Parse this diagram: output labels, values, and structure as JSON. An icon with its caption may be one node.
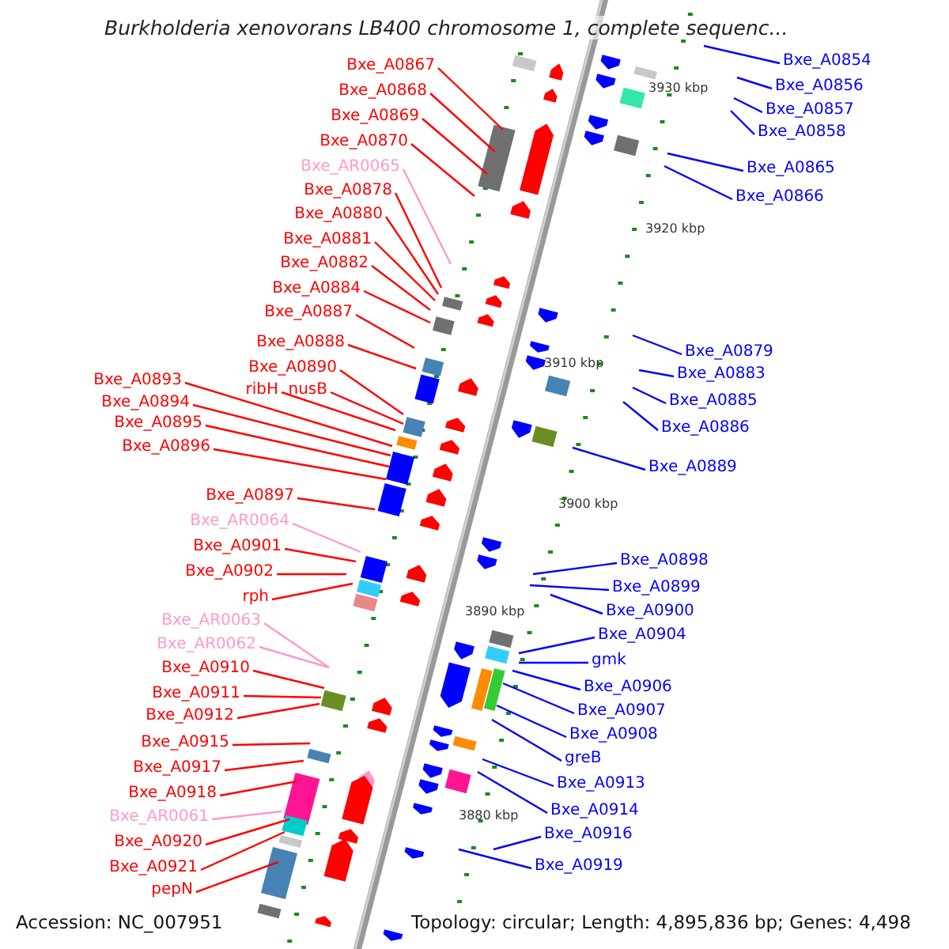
{
  "diagram": {
    "title": "Burkholderia xenovorans LB400 chromosome 1, complete sequenc...",
    "nodes": [
      {
        "text": [
          "Bxe_A0867"
        ]
      },
      {
        "text": [
          "Bxe_A0868"
        ]
      },
      {
        "text": [
          "Bxe_A0869"
        ]
      },
      {
        "text": [
          "Bxe_A0870"
        ]
      },
      {
        "text": [
          "Bxe_AR0065"
        ]
      },
      {
        "text": [
          "Bxe_A0878"
        ]
      },
      {
        "text": [
          "Bxe_A0880"
        ]
      },
      {
        "text": [
          "Bxe_A0881"
        ]
      },
      {
        "text": [
          "Bxe_A0882"
        ]
      },
      {
        "text": [
          "Bxe_A0884"
        ]
      },
      {
        "text": [
          "Bxe_A0887"
        ]
      },
      {
        "text": [
          "Bxe_A0888"
        ]
      },
      {
        "text": [
          "Bxe_A0890"
        ]
      },
      {
        "text": [
          "ribH"
        ]
      },
      {
        "text": [
          "nusB"
        ]
      },
      {
        "text": [
          "Bxe_A0893"
        ]
      },
      {
        "text": [
          "Bxe_A0894"
        ]
      },
      {
        "text": [
          "Bxe_A0895"
        ]
      },
      {
        "text": [
          "Bxe_A0896"
        ]
      },
      {
        "text": [
          "Bxe_A0897"
        ]
      },
      {
        "text": [
          "Bxe_AR0064"
        ]
      },
      {
        "text": [
          "Bxe_A0901"
        ]
      },
      {
        "text": [
          "Bxe_A0902"
        ]
      },
      {
        "text": [
          "rph"
        ]
      },
      {
        "text": [
          "Bxe_AR0063"
        ]
      },
      {
        "text": [
          "Bxe_AR0062"
        ]
      },
      {
        "text": [
          "Bxe_A0910"
        ]
      },
      {
        "text": [
          "Bxe_A0911"
        ]
      },
      {
        "text": [
          "Bxe_A0912"
        ]
      },
      {
        "text": [
          "Bxe_A0915"
        ]
      },
      {
        "text": [
          "Bxe_A0917"
        ]
      },
      {
        "text": [
          "Bxe_A0918"
        ]
      },
      {
        "text": [
          "Bxe_AR0061"
        ]
      },
      {
        "text": [
          "Bxe_A0920"
        ]
      },
      {
        "text": [
          "Bxe_A0921"
        ]
      },
      {
        "text": [
          "pepN"
        ]
      },
      {
        "text": [
          "Bxe_A0854"
        ]
      },
      {
        "text": [
          "Bxe_A0856"
        ]
      },
      {
        "text": [
          "Bxe_A0857"
        ]
      },
      {
        "text": [
          "Bxe_A0858"
        ]
      },
      {
        "text": [
          "Bxe_A0865"
        ]
      },
      {
        "text": [
          "Bxe_A0866"
        ]
      },
      {
        "text": [
          "Bxe_A0879"
        ]
      },
      {
        "text": [
          "Bxe_A0883"
        ]
      },
      {
        "text": [
          "Bxe_A0885"
        ]
      },
      {
        "text": [
          "Bxe_A0886"
        ]
      },
      {
        "text": [
          "Bxe_A0889"
        ]
      },
      {
        "text": [
          "Bxe_A0898"
        ]
      },
      {
        "text": [
          "Bxe_A0899"
        ]
      },
      {
        "text": [
          "Bxe_A0900"
        ]
      },
      {
        "text": [
          "Bxe_A0904"
        ]
      },
      {
        "text": [
          "gmk"
        ]
      },
      {
        "text": [
          "Bxe_A0906"
        ]
      },
      {
        "text": [
          "Bxe_A0907"
        ]
      },
      {
        "text": [
          "Bxe_A0908"
        ]
      },
      {
        "text": [
          "greB"
        ]
      },
      {
        "text": [
          "Bxe_A0913"
        ]
      },
      {
        "text": [
          "Bxe_A0914"
        ]
      },
      {
        "text": [
          "Bxe_A0916"
        ]
      },
      {
        "text": [
          "Bxe_A0919"
        ]
      }
    ],
    "edges": [
      {
        "from": 0,
        "to": null,
        "arrow": "none"
      },
      {
        "from": 1,
        "to": null,
        "arrow": "none"
      },
      {
        "from": 2,
        "to": null,
        "arrow": "none"
      },
      {
        "from": 3,
        "to": null,
        "arrow": "none"
      },
      {
        "from": 4,
        "to": null,
        "arrow": "none",
        "color": "#ff99cc"
      },
      {
        "from": 5,
        "to": null,
        "arrow": "none"
      },
      {
        "from": 6,
        "to": null,
        "arrow": "none"
      },
      {
        "from": 7,
        "to": null,
        "arrow": "none"
      },
      {
        "from": 8,
        "to": null,
        "arrow": "none"
      },
      {
        "from": 9,
        "to": null,
        "arrow": "none"
      },
      {
        "from": 10,
        "to": null,
        "arrow": "none"
      },
      {
        "from": 11,
        "to": null,
        "arrow": "none"
      },
      {
        "from": 12,
        "to": null,
        "arrow": "none"
      },
      {
        "from": 13,
        "to": null,
        "arrow": "none"
      },
      {
        "from": 14,
        "to": null,
        "arrow": "none"
      },
      {
        "from": 15,
        "to": null,
        "arrow": "none"
      },
      {
        "from": 16,
        "to": null,
        "arrow": "none"
      },
      {
        "from": 17,
        "to": null,
        "arrow": "none"
      },
      {
        "from": 18,
        "to": null,
        "arrow": "none"
      },
      {
        "from": 19,
        "to": null,
        "arrow": "none"
      },
      {
        "from": 20,
        "to": null,
        "arrow": "none",
        "color": "#ff99cc"
      },
      {
        "from": 21,
        "to": null,
        "arrow": "none"
      },
      {
        "from": 22,
        "to": null,
        "arrow": "none"
      },
      {
        "from": 23,
        "to": null,
        "arrow": "none"
      },
      {
        "from": 24,
        "to": null,
        "arrow": "none",
        "color": "#ff99cc"
      },
      {
        "from": 25,
        "to": null,
        "arrow": "none",
        "color": "#ff99cc"
      },
      {
        "from": 26,
        "to": null,
        "arrow": "none"
      },
      {
        "from": 27,
        "to": null,
        "arrow": "none"
      },
      {
        "from": 28,
        "to": null,
        "arrow": "none"
      },
      {
        "from": 29,
        "to": null,
        "arrow": "none"
      },
      {
        "from": 30,
        "to": null,
        "arrow": "none"
      },
      {
        "from": 31,
        "to": null,
        "arrow": "none"
      },
      {
        "from": 32,
        "to": null,
        "arrow": "none",
        "color": "#ff99cc"
      },
      {
        "from": 33,
        "to": null,
        "arrow": "none"
      },
      {
        "from": 34,
        "to": null,
        "arrow": "none"
      },
      {
        "from": 35,
        "to": null,
        "arrow": "none"
      },
      {
        "from": 36,
        "to": null,
        "arrow": "none",
        "color": "#0000ff"
      },
      {
        "from": 37,
        "to": null,
        "arrow": "none",
        "color": "#0000ff"
      },
      {
        "from": 38,
        "to": null,
        "arrow": "none",
        "color": "#0000ff"
      },
      {
        "from": 39,
        "to": null,
        "arrow": "none",
        "color": "#0000ff"
      },
      {
        "from": 40,
        "to": null,
        "arrow": "none",
        "color": "#0000ff"
      },
      {
        "from": 41,
        "to": null,
        "arrow": "none",
        "color": "#0000ff"
      },
      {
        "from": 42,
        "to": null,
        "arrow": "none",
        "color": "#0000ff"
      },
      {
        "from": 43,
        "to": null,
        "arrow": "none",
        "color": "#0000ff"
      },
      {
        "from": 44,
        "to": null,
        "arrow": "none",
        "color": "#0000ff"
      },
      {
        "from": 45,
        "to": null,
        "arrow": "none",
        "color": "#0000ff"
      },
      {
        "from": 46,
        "to": null,
        "arrow": "none",
        "color": "#0000ff"
      },
      {
        "from": 47,
        "to": null,
        "arrow": "none",
        "color": "#0000ff"
      },
      {
        "from": 48,
        "to": null,
        "arrow": "none",
        "color": "#0000ff"
      },
      {
        "from": 49,
        "to": null,
        "arrow": "none",
        "color": "#0000ff"
      },
      {
        "from": 50,
        "to": null,
        "arrow": "none",
        "color": "#0000ff"
      },
      {
        "from": 51,
        "to": null,
        "arrow": "none",
        "color": "#0000ff"
      },
      {
        "from": 52,
        "to": null,
        "arrow": "none",
        "color": "#0000ff"
      },
      {
        "from": 53,
        "to": null,
        "arrow": "none",
        "color": "#0000ff"
      },
      {
        "from": 54,
        "to": null,
        "arrow": "none",
        "color": "#0000ff"
      },
      {
        "from": 55,
        "to": null,
        "arrow": "none",
        "color": "#0000ff"
      },
      {
        "from": 56,
        "to": null,
        "arrow": "none",
        "color": "#0000ff"
      },
      {
        "from": 57,
        "to": null,
        "arrow": "none",
        "color": "#0000ff"
      },
      {
        "from": 58,
        "to": null,
        "arrow": "none",
        "color": "#0000ff"
      },
      {
        "from": 59,
        "to": null,
        "arrow": "none",
        "color": "#0000ff"
      }
    ],
    "labels": [
      "3930 kbp",
      "3920 kbp",
      "3910 kbp",
      "3900 kbp",
      "3890 kbp",
      "3880 kbp",
      "Accession: NC_007951",
      "Topology: circular; Length: 4,895,836 bp; Genes: 4,498"
    ]
  }
}
